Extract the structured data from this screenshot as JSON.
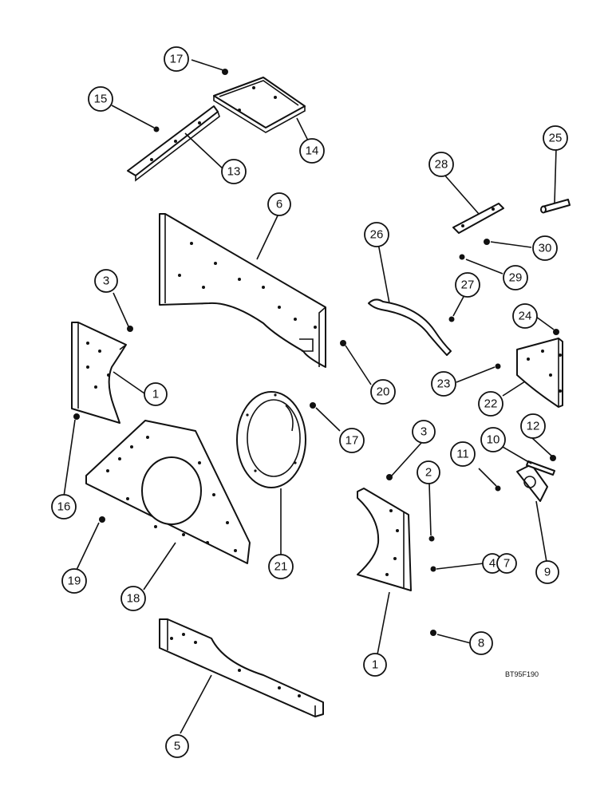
{
  "diagram": {
    "reference_code": "BT95F190",
    "callouts": [
      {
        "id": "c17a",
        "label": "17"
      },
      {
        "id": "c15",
        "label": "15"
      },
      {
        "id": "c14",
        "label": "14"
      },
      {
        "id": "c13",
        "label": "13"
      },
      {
        "id": "c25",
        "label": "25"
      },
      {
        "id": "c28",
        "label": "28"
      },
      {
        "id": "c6",
        "label": "6"
      },
      {
        "id": "c26",
        "label": "26"
      },
      {
        "id": "c30",
        "label": "30"
      },
      {
        "id": "c29",
        "label": "29"
      },
      {
        "id": "c3a",
        "label": "3"
      },
      {
        "id": "c27",
        "label": "27"
      },
      {
        "id": "c24",
        "label": "24"
      },
      {
        "id": "c1a",
        "label": "1"
      },
      {
        "id": "c20",
        "label": "20"
      },
      {
        "id": "c23",
        "label": "23"
      },
      {
        "id": "c22",
        "label": "22"
      },
      {
        "id": "c17b",
        "label": "17"
      },
      {
        "id": "c12",
        "label": "12"
      },
      {
        "id": "c3b",
        "label": "3"
      },
      {
        "id": "c10",
        "label": "10"
      },
      {
        "id": "c11",
        "label": "11"
      },
      {
        "id": "c2",
        "label": "2"
      },
      {
        "id": "c16",
        "label": "16"
      },
      {
        "id": "c4",
        "label": "4"
      },
      {
        "id": "c7",
        "label": "7"
      },
      {
        "id": "c9",
        "label": "9"
      },
      {
        "id": "c19",
        "label": "19"
      },
      {
        "id": "c21",
        "label": "21"
      },
      {
        "id": "c18",
        "label": "18"
      },
      {
        "id": "c8",
        "label": "8"
      },
      {
        "id": "c1b",
        "label": "1"
      },
      {
        "id": "c5",
        "label": "5"
      }
    ]
  }
}
